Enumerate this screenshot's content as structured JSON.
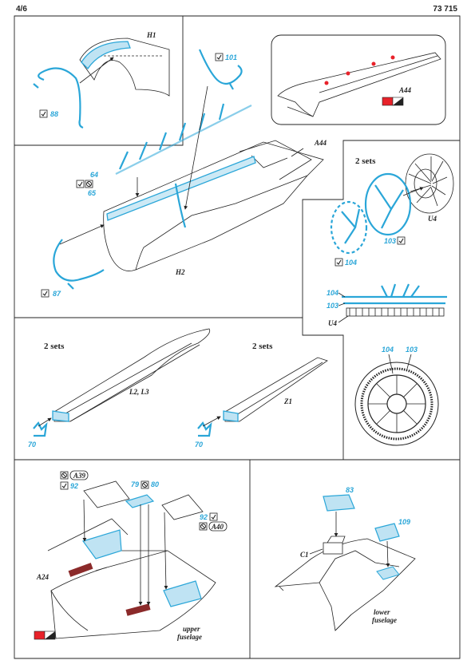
{
  "header": {
    "page": "4/6",
    "kit": "73 715"
  },
  "colors": {
    "pe_blue": "#2aa6d8",
    "pe_fill": "#bfe3f3",
    "paint_red": "#e8222a",
    "ink": "#222222"
  },
  "icons": [
    "bend-icon",
    "remove-icon",
    "paint-swatch-icon"
  ],
  "panel1": {
    "part_h1": "H1",
    "pe_88": "88",
    "pe_101": "101"
  },
  "panel2": {
    "part_a44": "A44"
  },
  "panel3": {
    "part_a44": "A44",
    "part_h2": "H2",
    "pe_64": "64",
    "pe_65": "65",
    "pe_87": "87"
  },
  "panel4": {
    "sets": "2 sets",
    "part_u4": "U4",
    "pe_103": "103",
    "pe_104": "104",
    "side_104": "104",
    "side_103": "103",
    "side_u4": "U4",
    "face_104": "104",
    "face_103": "103"
  },
  "panel5": {
    "sets_left": "2 sets",
    "sets_right": "2 sets",
    "part_l2l3": "L2, L3",
    "part_z1": "Z1",
    "pe_70_left": "70",
    "pe_70_right": "70"
  },
  "panel6": {
    "part_a39": "A39",
    "pe_92_top": "92",
    "pe_79": "79",
    "pe_80": "80",
    "pe_92_right": "92",
    "part_a40": "A40",
    "part_a24": "A24",
    "caption_1": "upper",
    "caption_2": "fuselage"
  },
  "panel7": {
    "pe_83": "83",
    "pe_109": "109",
    "part_c1": "C1",
    "caption_1": "lower",
    "caption_2": "fuselage"
  }
}
